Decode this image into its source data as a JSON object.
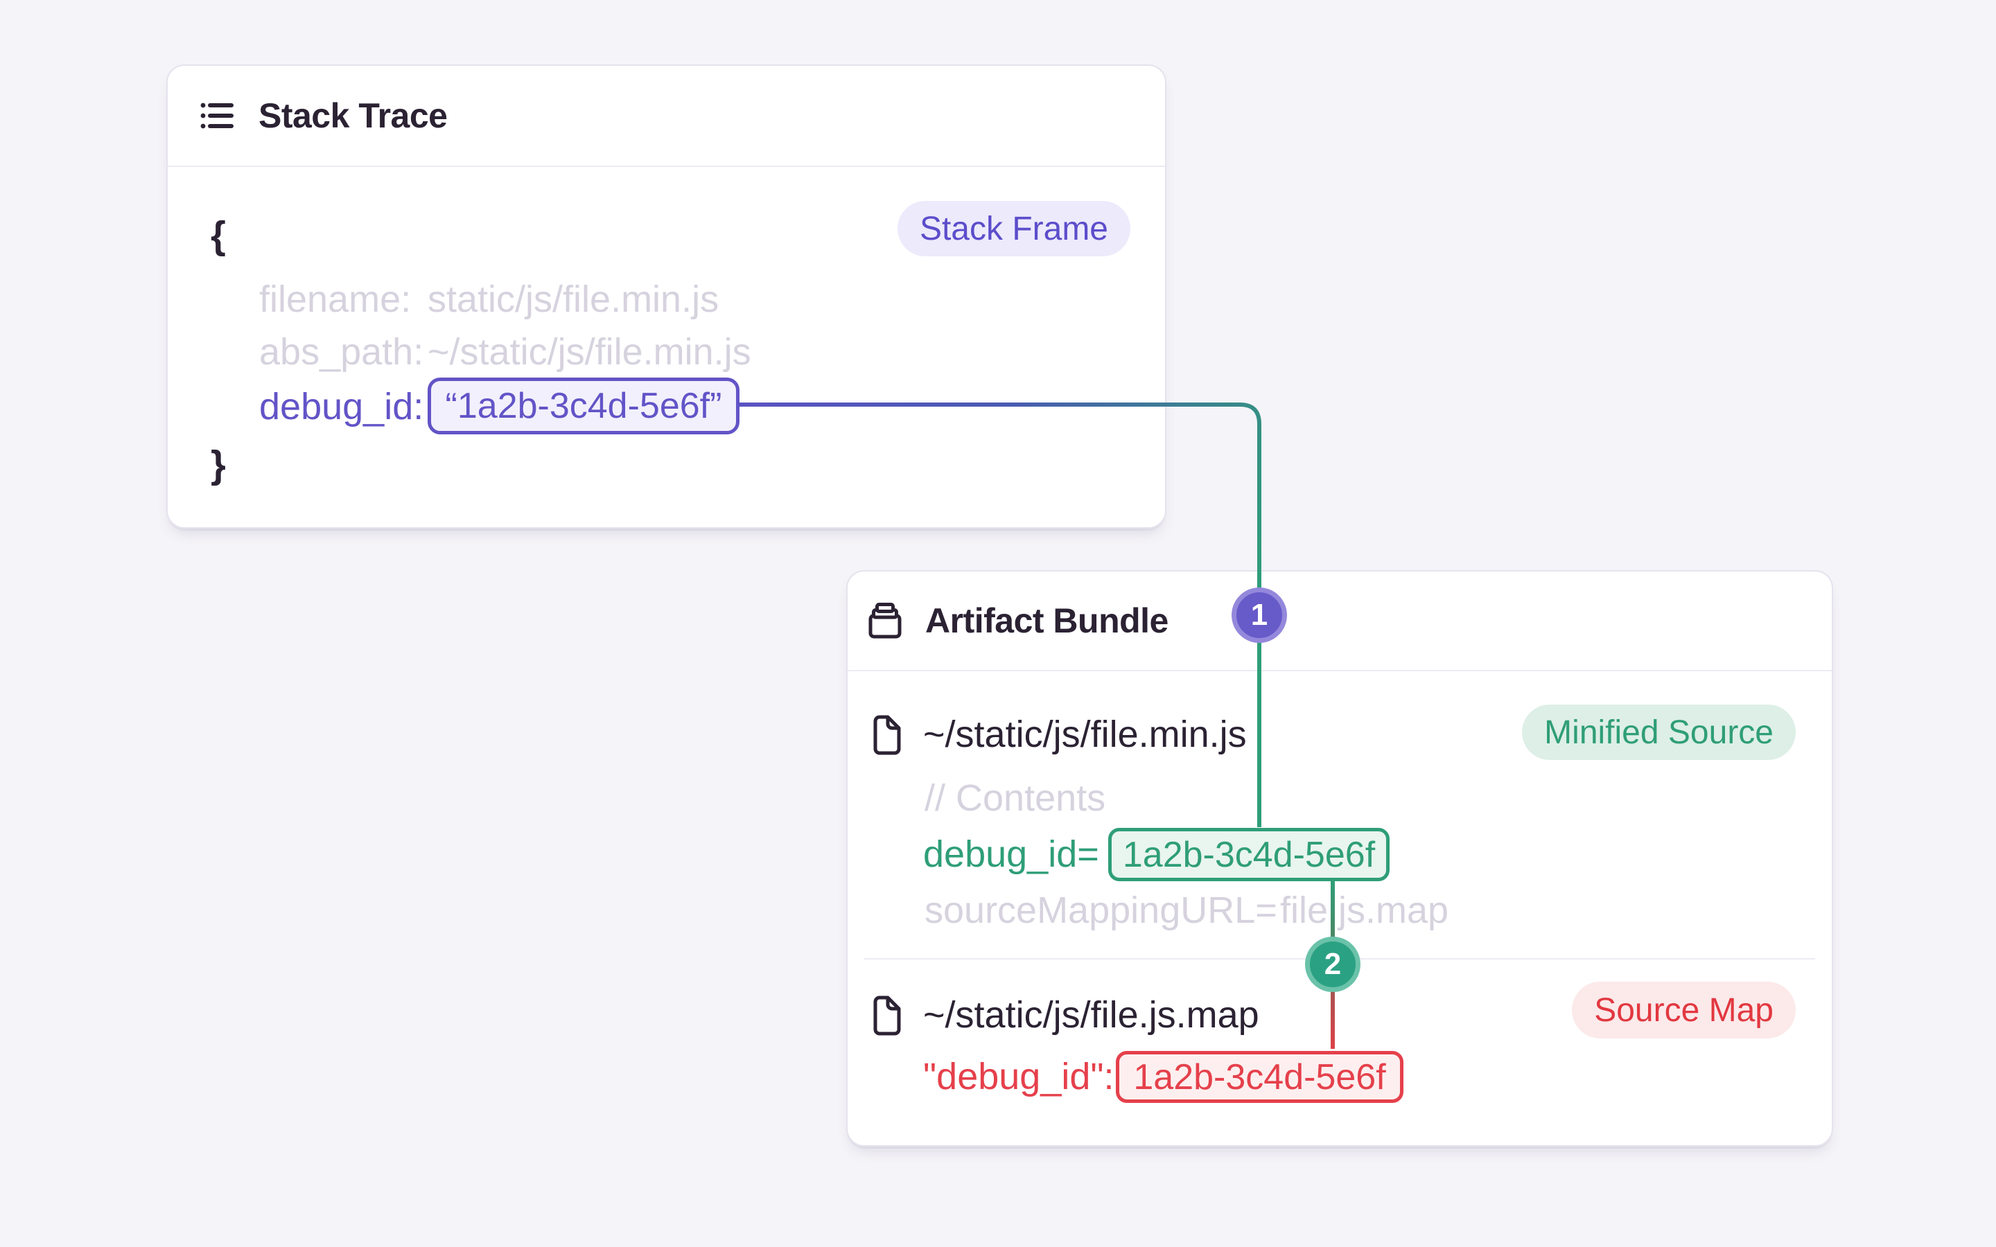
{
  "stack_trace_card": {
    "title": "Stack Trace",
    "badge": "Stack Frame",
    "brace_open": "{",
    "brace_close": "}",
    "lines": {
      "filename_label": "filename:",
      "filename_value": "static/js/file.min.js",
      "abs_path_label": "abs_path:",
      "abs_path_value": "~/static/js/file.min.js",
      "debug_id_label": "debug_id:",
      "debug_id_value": "“1a2b-3c4d-5e6f”"
    }
  },
  "artifact_bundle_card": {
    "title": "Artifact Bundle",
    "minified_source": {
      "filename": "~/static/js/file.min.js",
      "badge": "Minified Source",
      "comment": "// Contents",
      "debug_id_label": "debug_id=",
      "debug_id_value": "1a2b-3c4d-5e6f",
      "source_mapping_label": "sourceMappingURL=",
      "source_mapping_value": "file.js.map"
    },
    "source_map": {
      "filename": "~/static/js/file.js.map",
      "badge": "Source Map",
      "debug_id_label": "\"debug_id\":",
      "debug_id_value": "1a2b-3c4d-5e6f"
    }
  },
  "connectors": {
    "step1_label": "1",
    "step2_label": "2"
  },
  "colors": {
    "page_background": "#f5f4f8",
    "card_background": "#ffffff",
    "card_border": "#e6e2ee",
    "dark_text": "#2b2233",
    "muted_text": "#d6d2de",
    "purple": "#6254c7",
    "purple_box_fill": "#f2f0fc",
    "purple_badge_bg": "#eceafb",
    "green": "#2f9e78",
    "green_box_fill": "#e9f5ef",
    "green_badge_bg": "#ddefe7",
    "red": "#e5404b",
    "red_box_fill": "#fdefef",
    "red_badge_bg": "#fce9ea",
    "step1_circle": "#675ac9",
    "step2_circle": "#2ba183"
  },
  "icons": {
    "stack_trace_header": "list-icon",
    "artifact_bundle_header": "archive-icon",
    "file_rows": "file-icon"
  }
}
